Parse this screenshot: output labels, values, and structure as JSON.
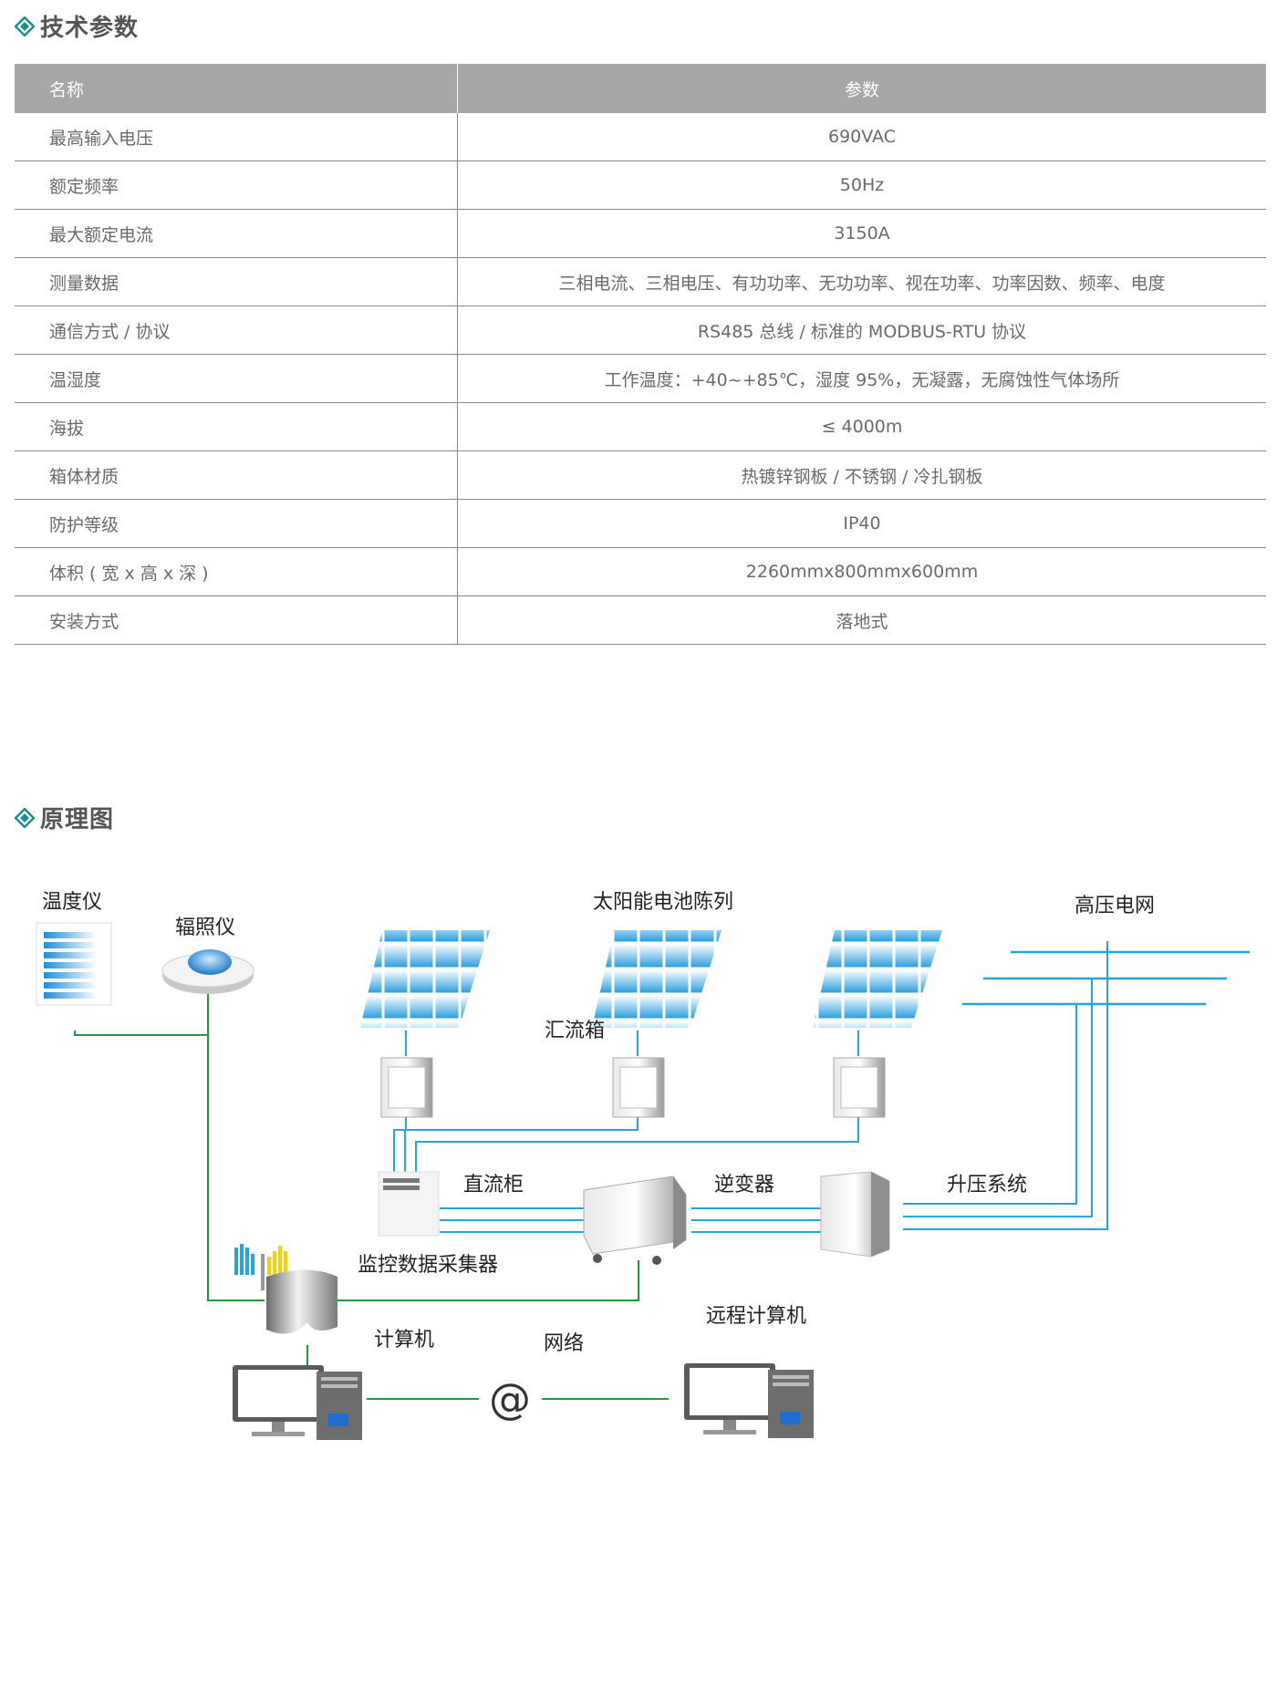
{
  "sections": {
    "specs_title": "技术参数",
    "diagram_title": "原理图"
  },
  "table": {
    "headers": [
      "名称",
      "参数"
    ],
    "rows": [
      {
        "name": "最高输入电压",
        "value": "690VAC"
      },
      {
        "name": "额定频率",
        "value": "50Hz"
      },
      {
        "name": "最大额定电流",
        "value": "3150A"
      },
      {
        "name": "测量数据",
        "value": "三相电流、三相电压、有功功率、无功功率、视在功率、功率因数、频率、电度"
      },
      {
        "name": "通信方式 / 协议",
        "value": "RS485 总线 / 标准的 MODBUS-RTU 协议"
      },
      {
        "name": "温湿度",
        "value": "工作温度：+40~+85℃，湿度 95%，无凝露，无腐蚀性气体场所"
      },
      {
        "name": "海拔",
        "value": "≤ 4000m"
      },
      {
        "name": "箱体材质",
        "value": "热镀锌钢板 / 不锈钢 / 冷扎钢板"
      },
      {
        "name": "防护等级",
        "value": "IP40"
      },
      {
        "name": "体积 ( 宽 x 高 x 深 )",
        "value": "2260mmx800mmx600mm"
      },
      {
        "name": "安装方式",
        "value": "落地式"
      }
    ]
  },
  "diagram": {
    "labels": {
      "thermometer": "温度仪",
      "irradiance_meter": "辐照仪",
      "solar_array": "太阳能电池陈列",
      "combiner_box": "汇流箱",
      "hv_grid": "高压电网",
      "dc_cabinet": "直流柜",
      "inverter": "逆变器",
      "boost_system": "升压系统",
      "data_collector": "监控数据采集器",
      "computer": "计算机",
      "network": "网络",
      "at_symbol": "@",
      "remote_computer": "远程计算机"
    },
    "colors": {
      "power_line": "#29a3e0",
      "signal_line": "#1f9a3e",
      "accent": "#1a8f8a"
    }
  }
}
